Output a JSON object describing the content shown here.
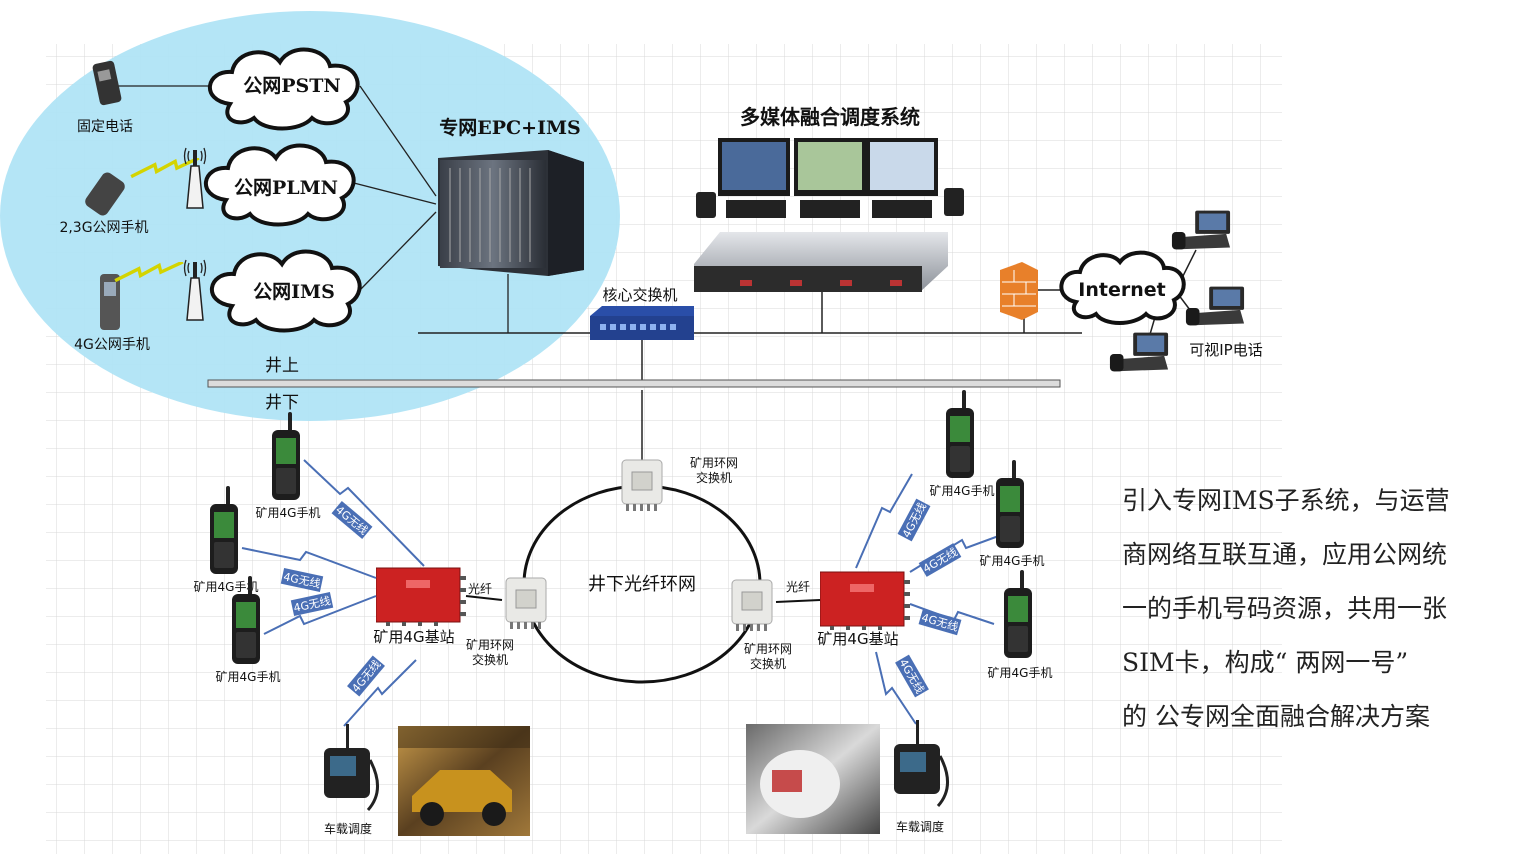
{
  "labels": {
    "public_pstn": "公网PSTN",
    "public_plmn": "公网PLMN",
    "public_ims": "公网IMS",
    "fixed_phone": "固定电话",
    "mobile_23g": "2,3G公网手机",
    "mobile_4g": "4G公网手机",
    "private_epc": "专网EPC+IMS",
    "dispatch_system": "多媒体融合调度系统",
    "core_switch": "核心交换机",
    "internet": "Internet",
    "video_ip_phone": "可视IP电话",
    "above_ground": "井上",
    "underground": "井下",
    "fiber_ring": "井下光纤环网",
    "ring_switch": "矿用环网\n交换机",
    "mine_phone": "矿用4G手机",
    "mine_base": "矿用4G基站",
    "fiber": "光纤",
    "wireless": "4G无线",
    "vehicle_dispatch": "车载调度"
  },
  "description": [
    "引入专网IMS子系统，与运营",
    "商网络互联互通，应用公网统",
    "一的手机号码资源，共用一张",
    "SIM卡，构成“ 两网一号”",
    "的 公专网全面融合解决方案"
  ],
  "colors": {
    "ellipse": "#b0e4f5",
    "grid": "#d8d8d8",
    "base_station": "#cc2222",
    "wireless_badge": "#4a6fb5",
    "bolt": "#d4d400",
    "switch_blue": "#2a4ea8"
  }
}
